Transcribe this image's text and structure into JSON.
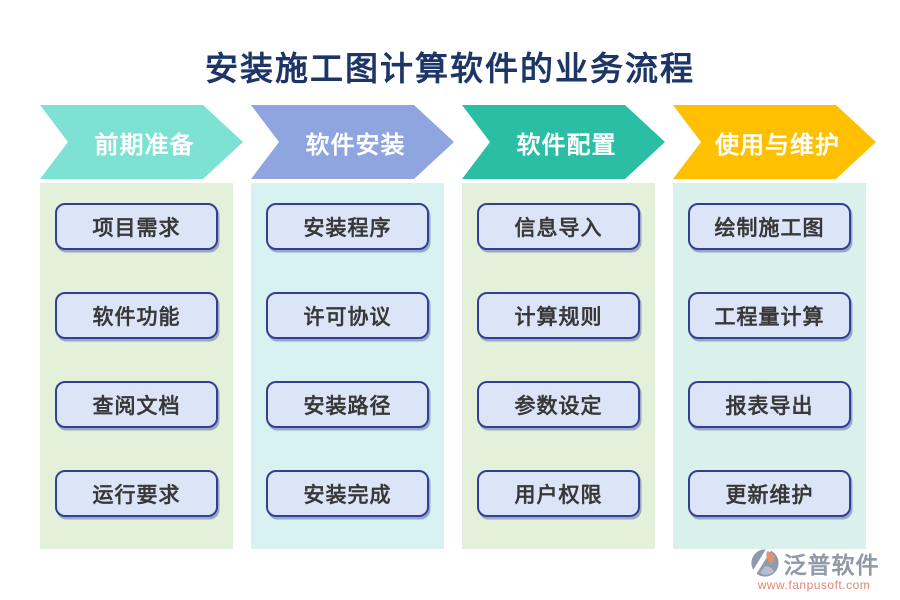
{
  "title": "安装施工图计算软件的业务流程",
  "columns": [
    {
      "header": "前期准备",
      "arrow_color": "#7de1d3",
      "body_color": "#e3f0da",
      "items": [
        "项目需求",
        "软件功能",
        "查阅文档",
        "运行要求"
      ]
    },
    {
      "header": "软件安装",
      "arrow_color": "#8ea5e0",
      "body_color": "#d8f1f1",
      "items": [
        "安装程序",
        "许可协议",
        "安装路径",
        "安装完成"
      ]
    },
    {
      "header": "软件配置",
      "arrow_color": "#2abea5",
      "body_color": "#e3f0da",
      "items": [
        "信息导入",
        "计算规则",
        "参数设定",
        "用户权限"
      ]
    },
    {
      "header": "使用与维护",
      "arrow_color": "#ffc002",
      "body_color": "#d9f1ea",
      "items": [
        "绘制施工图",
        "工程量计算",
        "报表导出",
        "更新维护"
      ]
    }
  ],
  "watermark": {
    "brand": "泛普软件",
    "url": "www.fanpusoft.com",
    "brand_color": "#9099a9",
    "url_color": "#e08573",
    "icon": "fanpu-logo-icon"
  },
  "style_colors": {
    "title_text": "#1d3667",
    "step_box_bg": "#dce4f7",
    "step_box_border": "#333f96",
    "step_box_text": "#383838"
  }
}
